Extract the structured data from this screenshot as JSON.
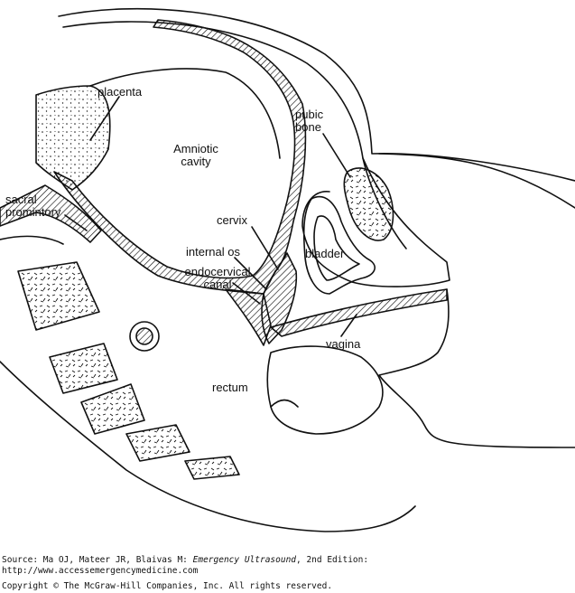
{
  "labels": {
    "placenta": "placenta",
    "amniotic_line1": "Amniotic",
    "amniotic_line2": "cavity",
    "pubic_line1": "pubic",
    "pubic_line2": "bone",
    "sacral_line1": "sacral",
    "sacral_line2": "promintory",
    "cervix": "cervix",
    "internal_os": "internal os",
    "bladder": "bladder",
    "endocervical_line1": "endocervical",
    "endocervical_line2": "canal",
    "vagina": "vagina",
    "rectum": "rectum"
  },
  "caption": {
    "source_prefix": "Source: Ma OJ, Mateer JR, Blaivas M: ",
    "book_title": "Emergency Ultrasound",
    "edition": ", 2nd Edition:",
    "url": "http://www.accessemergencymedicine.com",
    "copyright": "Copyright © The McGraw-Hill Companies, Inc. All rights reserved."
  },
  "colors": {
    "ink": "#111111",
    "background": "#ffffff"
  }
}
